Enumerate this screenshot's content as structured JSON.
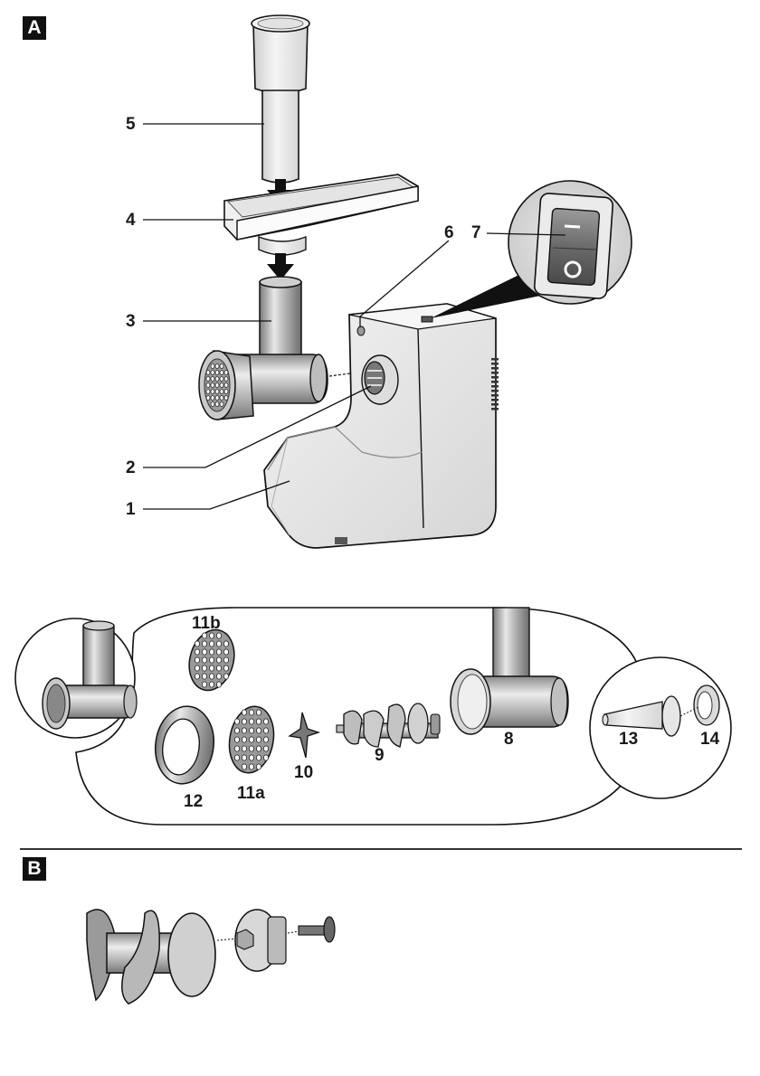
{
  "sections": {
    "a": {
      "badge": "A"
    },
    "b": {
      "badge": "B"
    }
  },
  "figure_a": {
    "callouts": [
      {
        "id": "1",
        "text": "1",
        "part": "motor-housing"
      },
      {
        "id": "2",
        "text": "2",
        "part": "drive-coupling"
      },
      {
        "id": "3",
        "text": "3",
        "part": "assembled-mincer-attachment"
      },
      {
        "id": "4",
        "text": "4",
        "part": "filler-tray"
      },
      {
        "id": "5",
        "text": "5",
        "part": "pusher"
      },
      {
        "id": "6",
        "text": "6",
        "part": "release-button"
      },
      {
        "id": "7",
        "text": "7",
        "part": "on-off-switch"
      }
    ],
    "switch": {
      "on_symbol": "I",
      "off_symbol": "O"
    }
  },
  "parts_overview": {
    "callouts": [
      {
        "id": "8",
        "text": "8",
        "part": "mincer-housing"
      },
      {
        "id": "9",
        "text": "9",
        "part": "worm-shaft"
      },
      {
        "id": "10",
        "text": "10",
        "part": "blade"
      },
      {
        "id": "11a",
        "text": "11a",
        "part": "perforated-disc-fine"
      },
      {
        "id": "11b",
        "text": "11b",
        "part": "perforated-disc-coarse"
      },
      {
        "id": "12",
        "text": "12",
        "part": "threaded-ring"
      },
      {
        "id": "13",
        "text": "13",
        "part": "sausage-nozzle"
      },
      {
        "id": "14",
        "text": "14",
        "part": "spacer-disc"
      }
    ]
  }
}
